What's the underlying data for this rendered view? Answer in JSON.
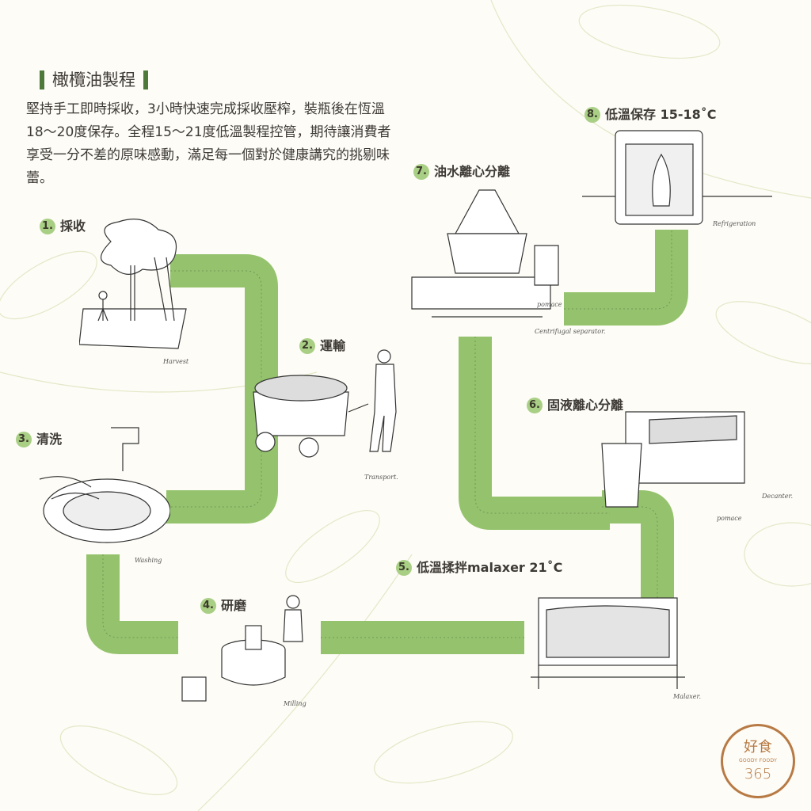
{
  "header": {
    "title": "橄欖油製程",
    "description": "堅持手工即時採收，3小時快速完成採收壓榨，裝瓶後在恆溫18～20度保存。全程15～21度低溫製程控管，期待讓消費者享受一分不差的原味感動，滿足每一個對於健康講究的挑剔味蕾。"
  },
  "steps": [
    {
      "num": "1.",
      "label": "採收",
      "caption": "Harvest"
    },
    {
      "num": "2.",
      "label": "運輸",
      "caption": "Transport."
    },
    {
      "num": "3.",
      "label": "清洗",
      "caption": "Washing"
    },
    {
      "num": "4.",
      "label": "研磨",
      "caption": "Milling"
    },
    {
      "num": "5.",
      "label": "低溫揉拌malaxer  21˚C",
      "caption": "Malaxer."
    },
    {
      "num": "6.",
      "label": "固液離心分離",
      "caption": "Decanter.",
      "sub": "pomace"
    },
    {
      "num": "7.",
      "label": "油水離心分離",
      "caption": "Centrifugal separator.",
      "sub": "pomace"
    },
    {
      "num": "8.",
      "label": "低溫保存 15-18˚C",
      "caption": "Refrigeration"
    }
  ],
  "logo": {
    "zh": "好食",
    "en": "GOODY FOODY",
    "num": "365"
  },
  "colors": {
    "path": "#95c36d",
    "accent": "#4d7a3a",
    "logo": "#b87a44"
  }
}
